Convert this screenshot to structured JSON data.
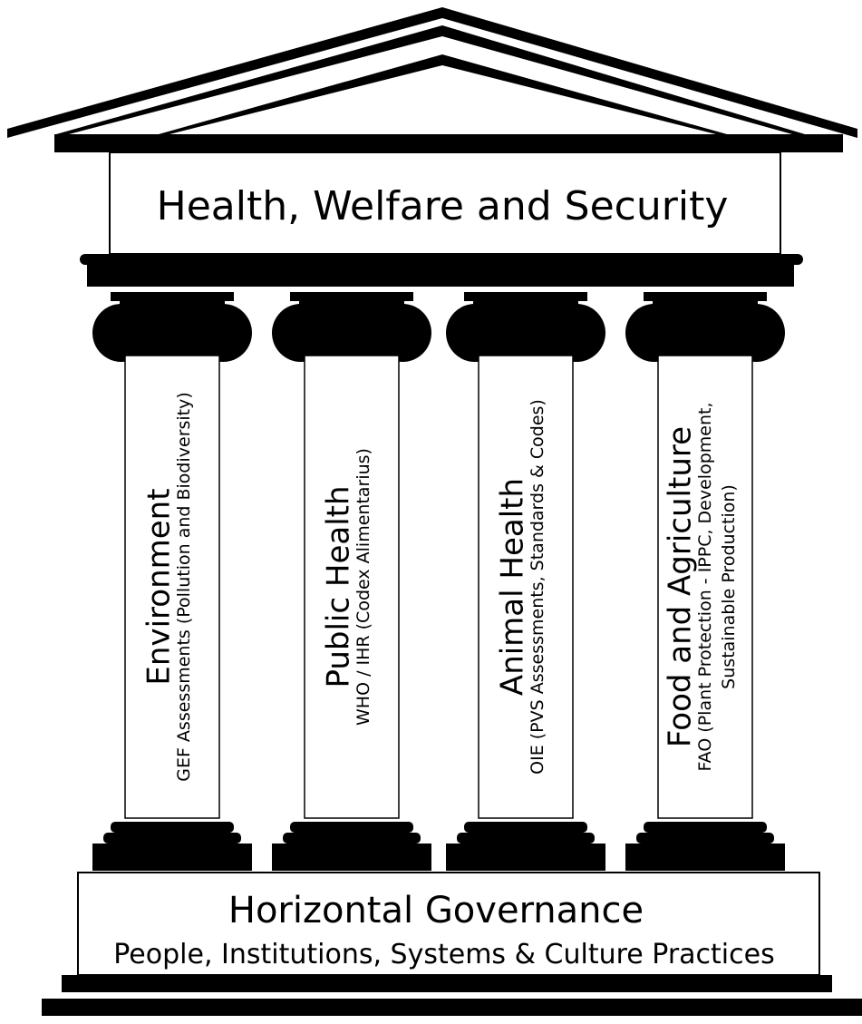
{
  "roof": {
    "title": "Health, Welfare and Security"
  },
  "pillars": [
    {
      "title": "Environment",
      "subtitle_lines": [
        "GEF Assessments (Pollution and Biodiversity)"
      ]
    },
    {
      "title": "Public Health",
      "subtitle_lines": [
        "WHO / IHR (Codex Alimentarius)"
      ]
    },
    {
      "title": "Animal Health",
      "subtitle_lines": [
        "OIE (PVS Assessments, Standards & Codes)"
      ]
    },
    {
      "title": "Food and Agriculture",
      "subtitle_lines": [
        "FAO (Plant Protection - IPPC, Development,",
        "Sustainable Production)"
      ]
    }
  ],
  "foundation": {
    "title": "Horizontal Governance",
    "subtitle": "People, Institutions, Systems & Culture Practices"
  },
  "colors": {
    "ink": "#000000",
    "paper": "#ffffff"
  }
}
